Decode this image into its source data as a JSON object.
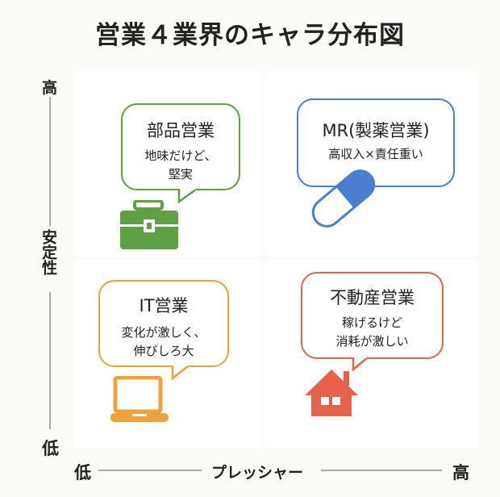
{
  "title": "営業４業界のキャラ分布図",
  "y_axis": {
    "label": "安定性",
    "high": "高",
    "low": "低"
  },
  "x_axis": {
    "label": "プレッシャー",
    "high": "高",
    "low": "低"
  },
  "quadrants": [
    {
      "name": "部品営業",
      "lines": [
        "地味だけど、",
        "堅実"
      ],
      "color": "#5fa044",
      "icon": "briefcase-icon"
    },
    {
      "name": "MR(製薬営業)",
      "lines": [
        "高収入×責任重い"
      ],
      "color": "#4a7fcf",
      "icon": "pill-icon"
    },
    {
      "name": "IT営業",
      "lines": [
        "変化が激しく、",
        "伸びしろ大"
      ],
      "color": "#f0a03c",
      "icon": "laptop-icon"
    },
    {
      "name": "不動産営業",
      "lines": [
        "稼げるけど",
        "消耗が激しい"
      ],
      "color": "#e4634a",
      "icon": "house-icon"
    }
  ]
}
